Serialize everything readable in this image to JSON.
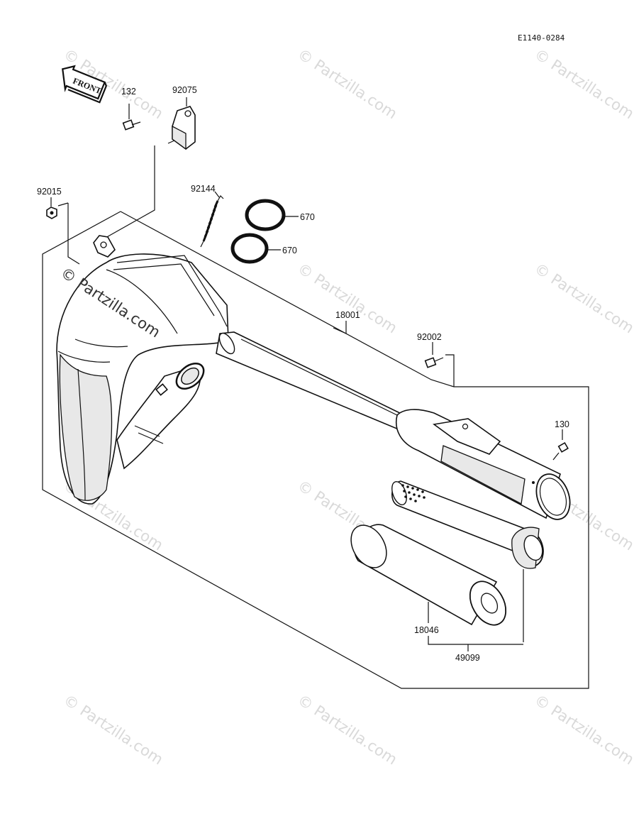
{
  "diagram_code": "E1140-0284",
  "front_label": "FRONT",
  "watermark_text": "© Partzilla.com",
  "parts": {
    "p132": "132",
    "p92075": "92075",
    "p92015": "92015",
    "p92144": "92144",
    "p670a": "670",
    "p670b": "670",
    "p18001": "18001",
    "p92002": "92002",
    "p130": "130",
    "p18046": "18046",
    "p49099": "49099"
  }
}
